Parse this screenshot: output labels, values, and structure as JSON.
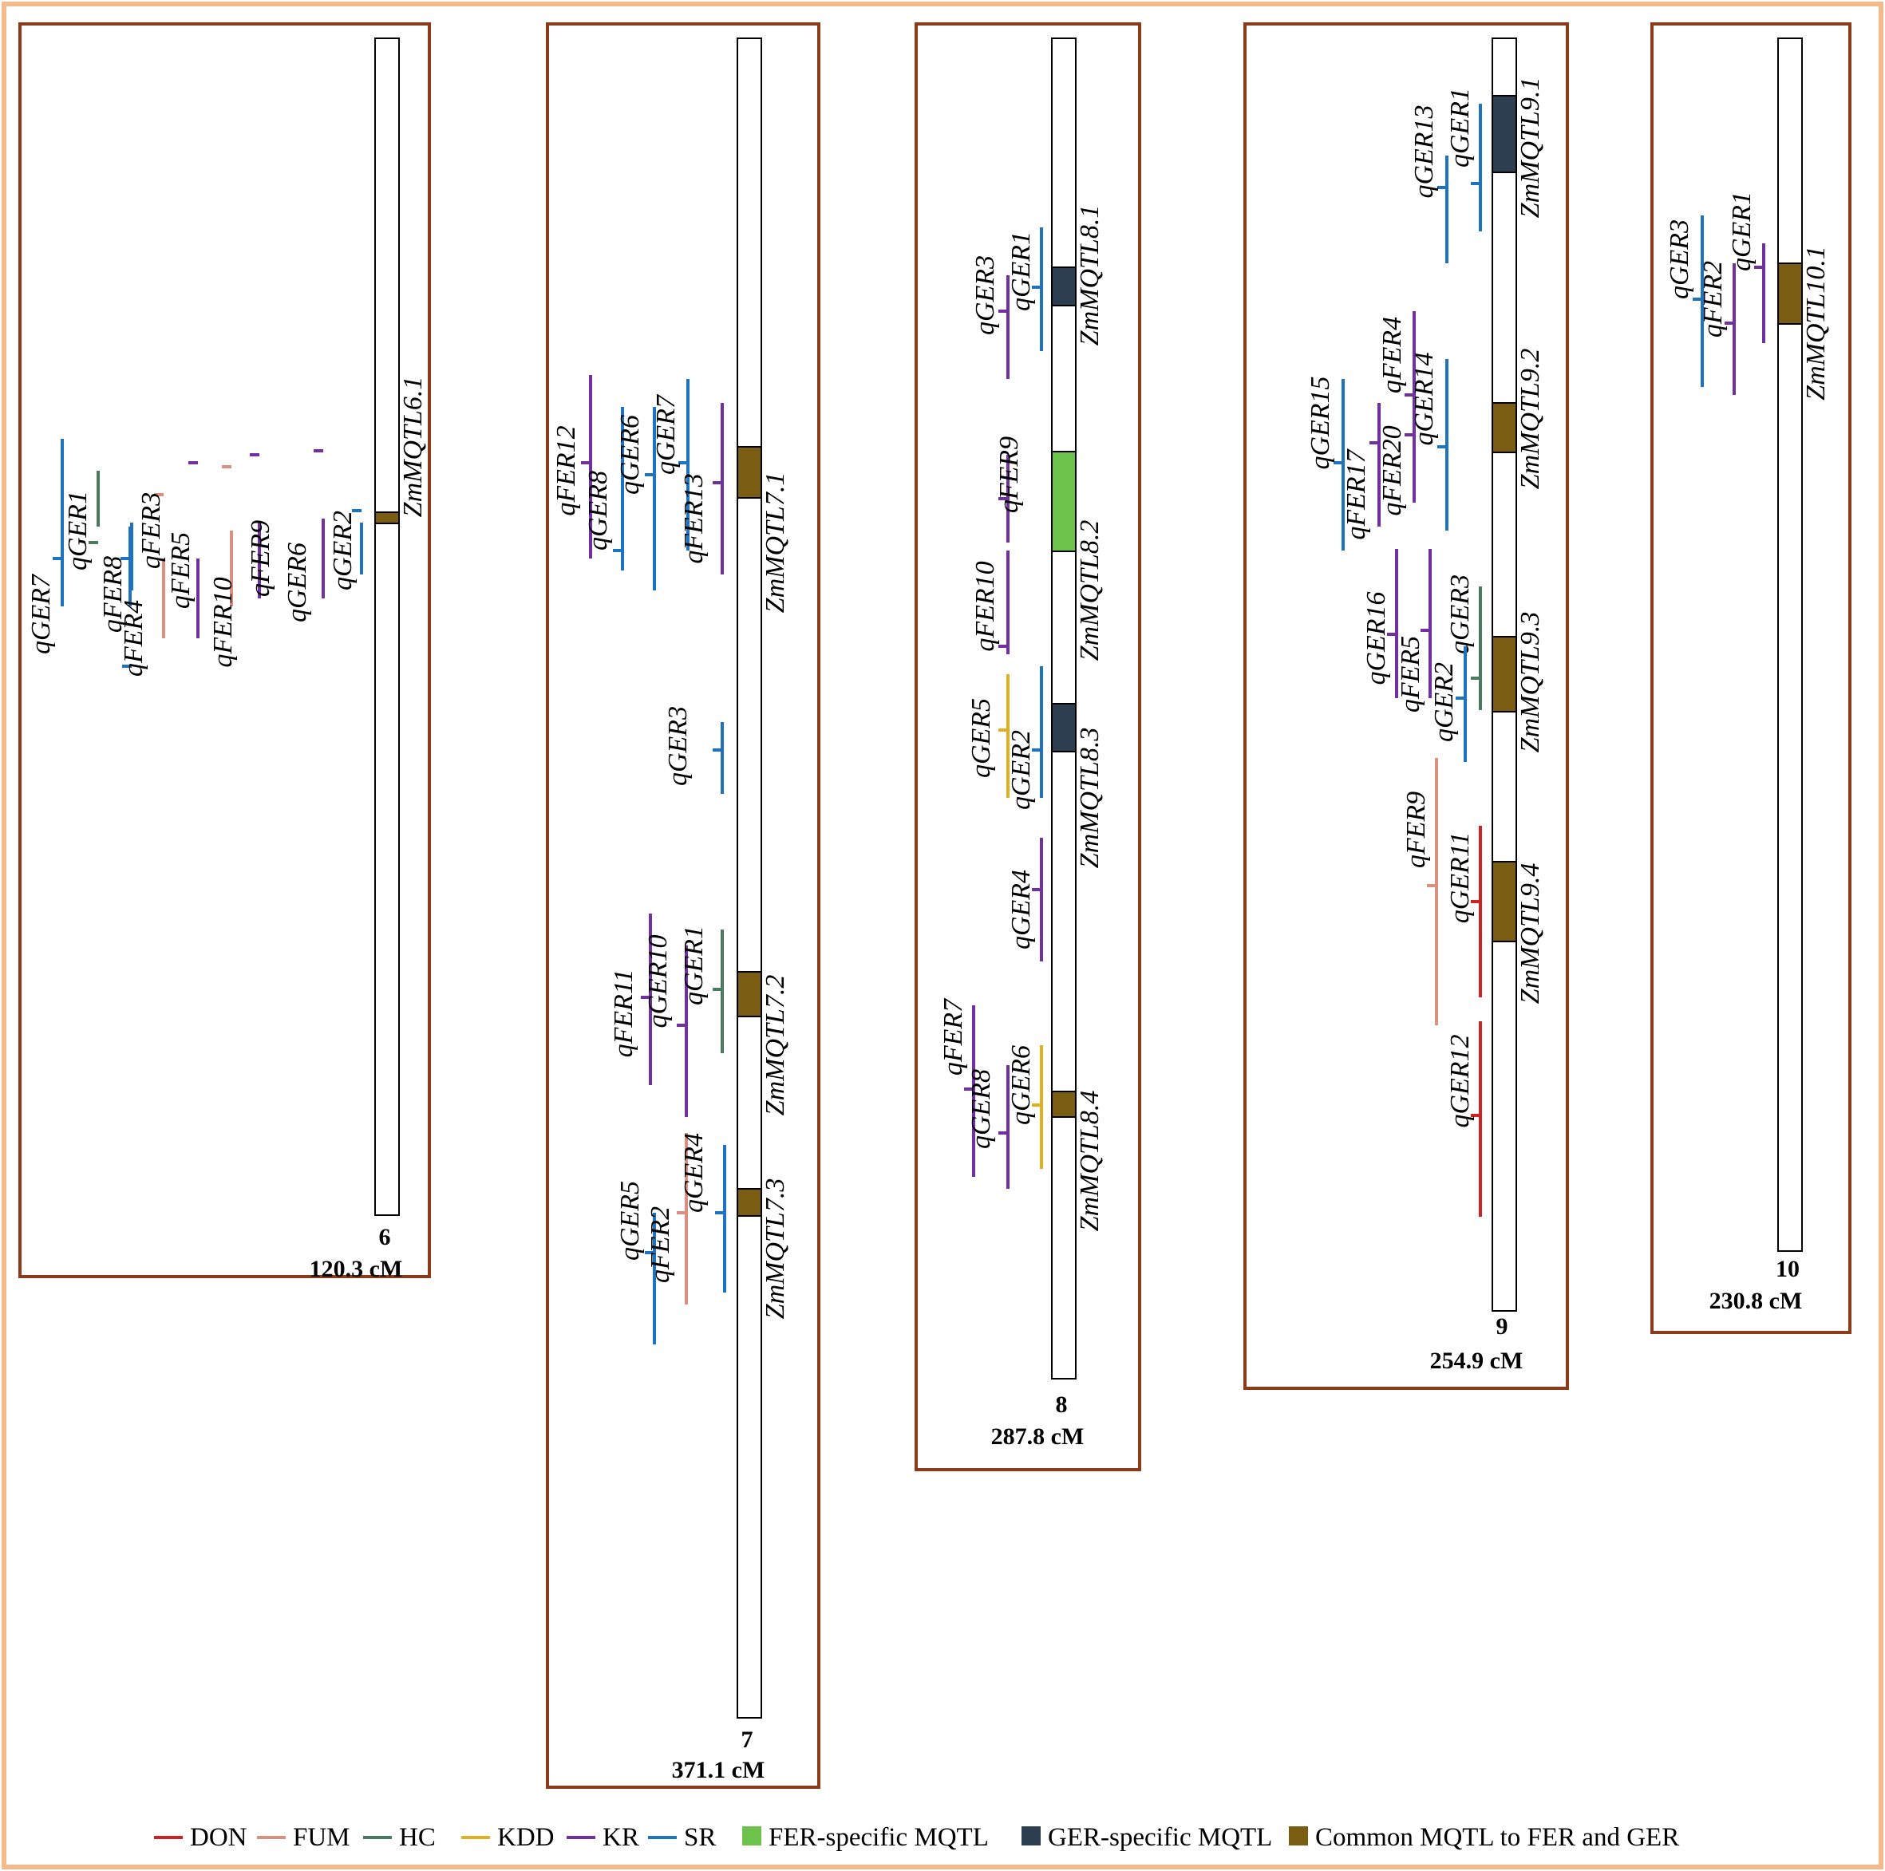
{
  "trait_colors": {
    "DON": "#cc2222",
    "FUM": "#d99080",
    "HC": "#4a7a60",
    "KDD": "#e0b020",
    "KR": "#7030a0",
    "SR": "#1e73be"
  },
  "mqtl_colors": {
    "fer": "#6cc24a",
    "ger": "#2c3e50",
    "common": "#7a5c12"
  },
  "frame_colors": {
    "outer": "#f5b98a",
    "panel": "#8b3a1a"
  },
  "chromosomes": [
    {
      "id": "6",
      "length_cM": "120.3 cM",
      "mqtls": [
        {
          "name": "ZmMQTL6.1",
          "type": "common"
        }
      ],
      "qtls": [
        {
          "name": "qGER7",
          "trait": "SR"
        },
        {
          "name": "qGER1",
          "trait": "HC"
        },
        {
          "name": "qFER8",
          "trait": "SR"
        },
        {
          "name": "qFER4",
          "trait": "SR"
        },
        {
          "name": "qFER3",
          "trait": "FUM"
        },
        {
          "name": "qFER5",
          "trait": "KR"
        },
        {
          "name": "qFER10",
          "trait": "FUM"
        },
        {
          "name": "qFER9",
          "trait": "KR"
        },
        {
          "name": "qGER6",
          "trait": "KR"
        },
        {
          "name": "qGER2",
          "trait": "SR"
        }
      ]
    },
    {
      "id": "7",
      "length_cM": "371.1 cM",
      "mqtls": [
        {
          "name": "ZmMQTL7.1",
          "type": "common"
        },
        {
          "name": "ZmMQTL7.2",
          "type": "common"
        },
        {
          "name": "ZmMQTL7.3",
          "type": "common"
        }
      ],
      "qtls": [
        {
          "name": "qFER12",
          "trait": "KR"
        },
        {
          "name": "qGER8",
          "trait": "SR"
        },
        {
          "name": "qGER6",
          "trait": "SR"
        },
        {
          "name": "qGER7",
          "trait": "SR"
        },
        {
          "name": "qFER13",
          "trait": "KR"
        },
        {
          "name": "qGER3",
          "trait": "SR"
        },
        {
          "name": "qFER11",
          "trait": "KR"
        },
        {
          "name": "qGER10",
          "trait": "KR"
        },
        {
          "name": "qGER1",
          "trait": "HC"
        },
        {
          "name": "qGER5",
          "trait": "SR"
        },
        {
          "name": "qFER2",
          "trait": "FUM"
        },
        {
          "name": "qGER4",
          "trait": "SR"
        }
      ]
    },
    {
      "id": "8",
      "length_cM": "287.8 cM",
      "mqtls": [
        {
          "name": "ZmMQTL8.1",
          "type": "ger"
        },
        {
          "name": "ZmMQTL8.2",
          "type": "fer"
        },
        {
          "name": "ZmMQTL8.3",
          "type": "ger"
        },
        {
          "name": "ZmMQTL8.4",
          "type": "common"
        }
      ],
      "qtls": [
        {
          "name": "qGER3",
          "trait": "KR"
        },
        {
          "name": "qGER1",
          "trait": "SR"
        },
        {
          "name": "qFER9",
          "trait": "KR"
        },
        {
          "name": "qFER10",
          "trait": "KR"
        },
        {
          "name": "qGER5",
          "trait": "KDD"
        },
        {
          "name": "qGER2",
          "trait": "SR"
        },
        {
          "name": "qGER4",
          "trait": "KR"
        },
        {
          "name": "qFER7",
          "trait": "KR"
        },
        {
          "name": "qGER8",
          "trait": "KR"
        },
        {
          "name": "qGER6",
          "trait": "KDD"
        }
      ]
    },
    {
      "id": "9",
      "length_cM": "254.9 cM",
      "mqtls": [
        {
          "name": "ZmMQTL9.1",
          "type": "ger"
        },
        {
          "name": "ZmMQTL9.2",
          "type": "common"
        },
        {
          "name": "ZmMQTL9.3",
          "type": "common"
        },
        {
          "name": "ZmMQTL9.4",
          "type": "common"
        }
      ],
      "qtls": [
        {
          "name": "qGER13",
          "trait": "SR"
        },
        {
          "name": "qGER1",
          "trait": "SR"
        },
        {
          "name": "qGER15",
          "trait": "SR"
        },
        {
          "name": "qFER17",
          "trait": "KR"
        },
        {
          "name": "qFER4",
          "trait": "KR"
        },
        {
          "name": "qFER20",
          "trait": "KR"
        },
        {
          "name": "qGER14",
          "trait": "SR"
        },
        {
          "name": "qGER16",
          "trait": "KR"
        },
        {
          "name": "qFER5",
          "trait": "KR"
        },
        {
          "name": "qGER3",
          "trait": "HC"
        },
        {
          "name": "qGER2",
          "trait": "SR"
        },
        {
          "name": "qFER9",
          "trait": "FUM"
        },
        {
          "name": "qGER11",
          "trait": "DON"
        },
        {
          "name": "qGER12",
          "trait": "DON"
        }
      ]
    },
    {
      "id": "10",
      "length_cM": "230.8 cM",
      "mqtls": [
        {
          "name": "ZmMQTL10.1",
          "type": "common"
        }
      ],
      "qtls": [
        {
          "name": "qGER3",
          "trait": "SR"
        },
        {
          "name": "qFER2",
          "trait": "KR"
        },
        {
          "name": "qGER1",
          "trait": "KR"
        }
      ]
    }
  ],
  "legend": [
    {
      "label": "DON",
      "kind": "line",
      "color": "#cc2222"
    },
    {
      "label": "FUM",
      "kind": "line",
      "color": "#d99080"
    },
    {
      "label": "HC",
      "kind": "line",
      "color": "#4a7a60"
    },
    {
      "label": "KDD",
      "kind": "line",
      "color": "#e0b020"
    },
    {
      "label": "KR",
      "kind": "line",
      "color": "#7030a0"
    },
    {
      "label": "SR",
      "kind": "line",
      "color": "#1e73be"
    },
    {
      "label": "FER-specific MQTL",
      "kind": "box",
      "color": "#6cc24a"
    },
    {
      "label": "GER-specific MQTL",
      "kind": "box",
      "color": "#2c3e50"
    },
    {
      "label": "Common MQTL to FER and GER",
      "kind": "box",
      "color": "#7a5c12"
    }
  ]
}
